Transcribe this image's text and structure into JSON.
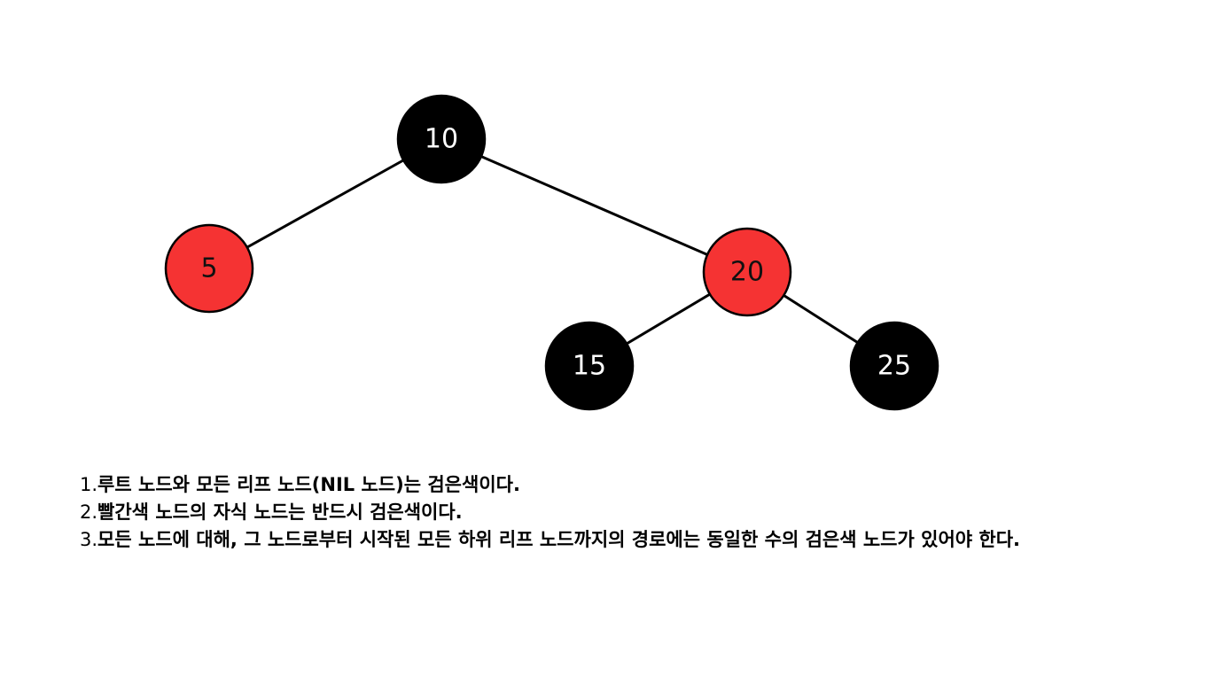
{
  "tree": {
    "edges": [
      [
        "10",
        "5"
      ],
      [
        "10",
        "20"
      ],
      [
        "20",
        "15"
      ],
      [
        "20",
        "25"
      ]
    ],
    "nodes": [
      {
        "id": "10",
        "label": "10",
        "color": "black"
      },
      {
        "id": "5",
        "label": "5",
        "color": "red"
      },
      {
        "id": "20",
        "label": "20",
        "color": "red"
      },
      {
        "id": "15",
        "label": "15",
        "color": "black"
      },
      {
        "id": "25",
        "label": "25",
        "color": "black"
      }
    ],
    "colors": {
      "black_fill": "#000000",
      "black_text": "#ffffff",
      "red_fill": "#f53333",
      "red_text": "#111111",
      "edge": "#000000"
    }
  },
  "rules": [
    {
      "num": "1.",
      "text": "루트 노드와 모든 리프 노드(NIL 노드)는 검은색이다."
    },
    {
      "num": "2.",
      "text": "빨간색 노드의 자식 노드는 반드시 검은색이다."
    },
    {
      "num": "3.",
      "text": "모든 노드에 대해, 그 노드로부터 시작된 모든 하위 리프 노드까지의 경로에는 동일한 수의 검은색 노드가 있어야 한다."
    }
  ]
}
